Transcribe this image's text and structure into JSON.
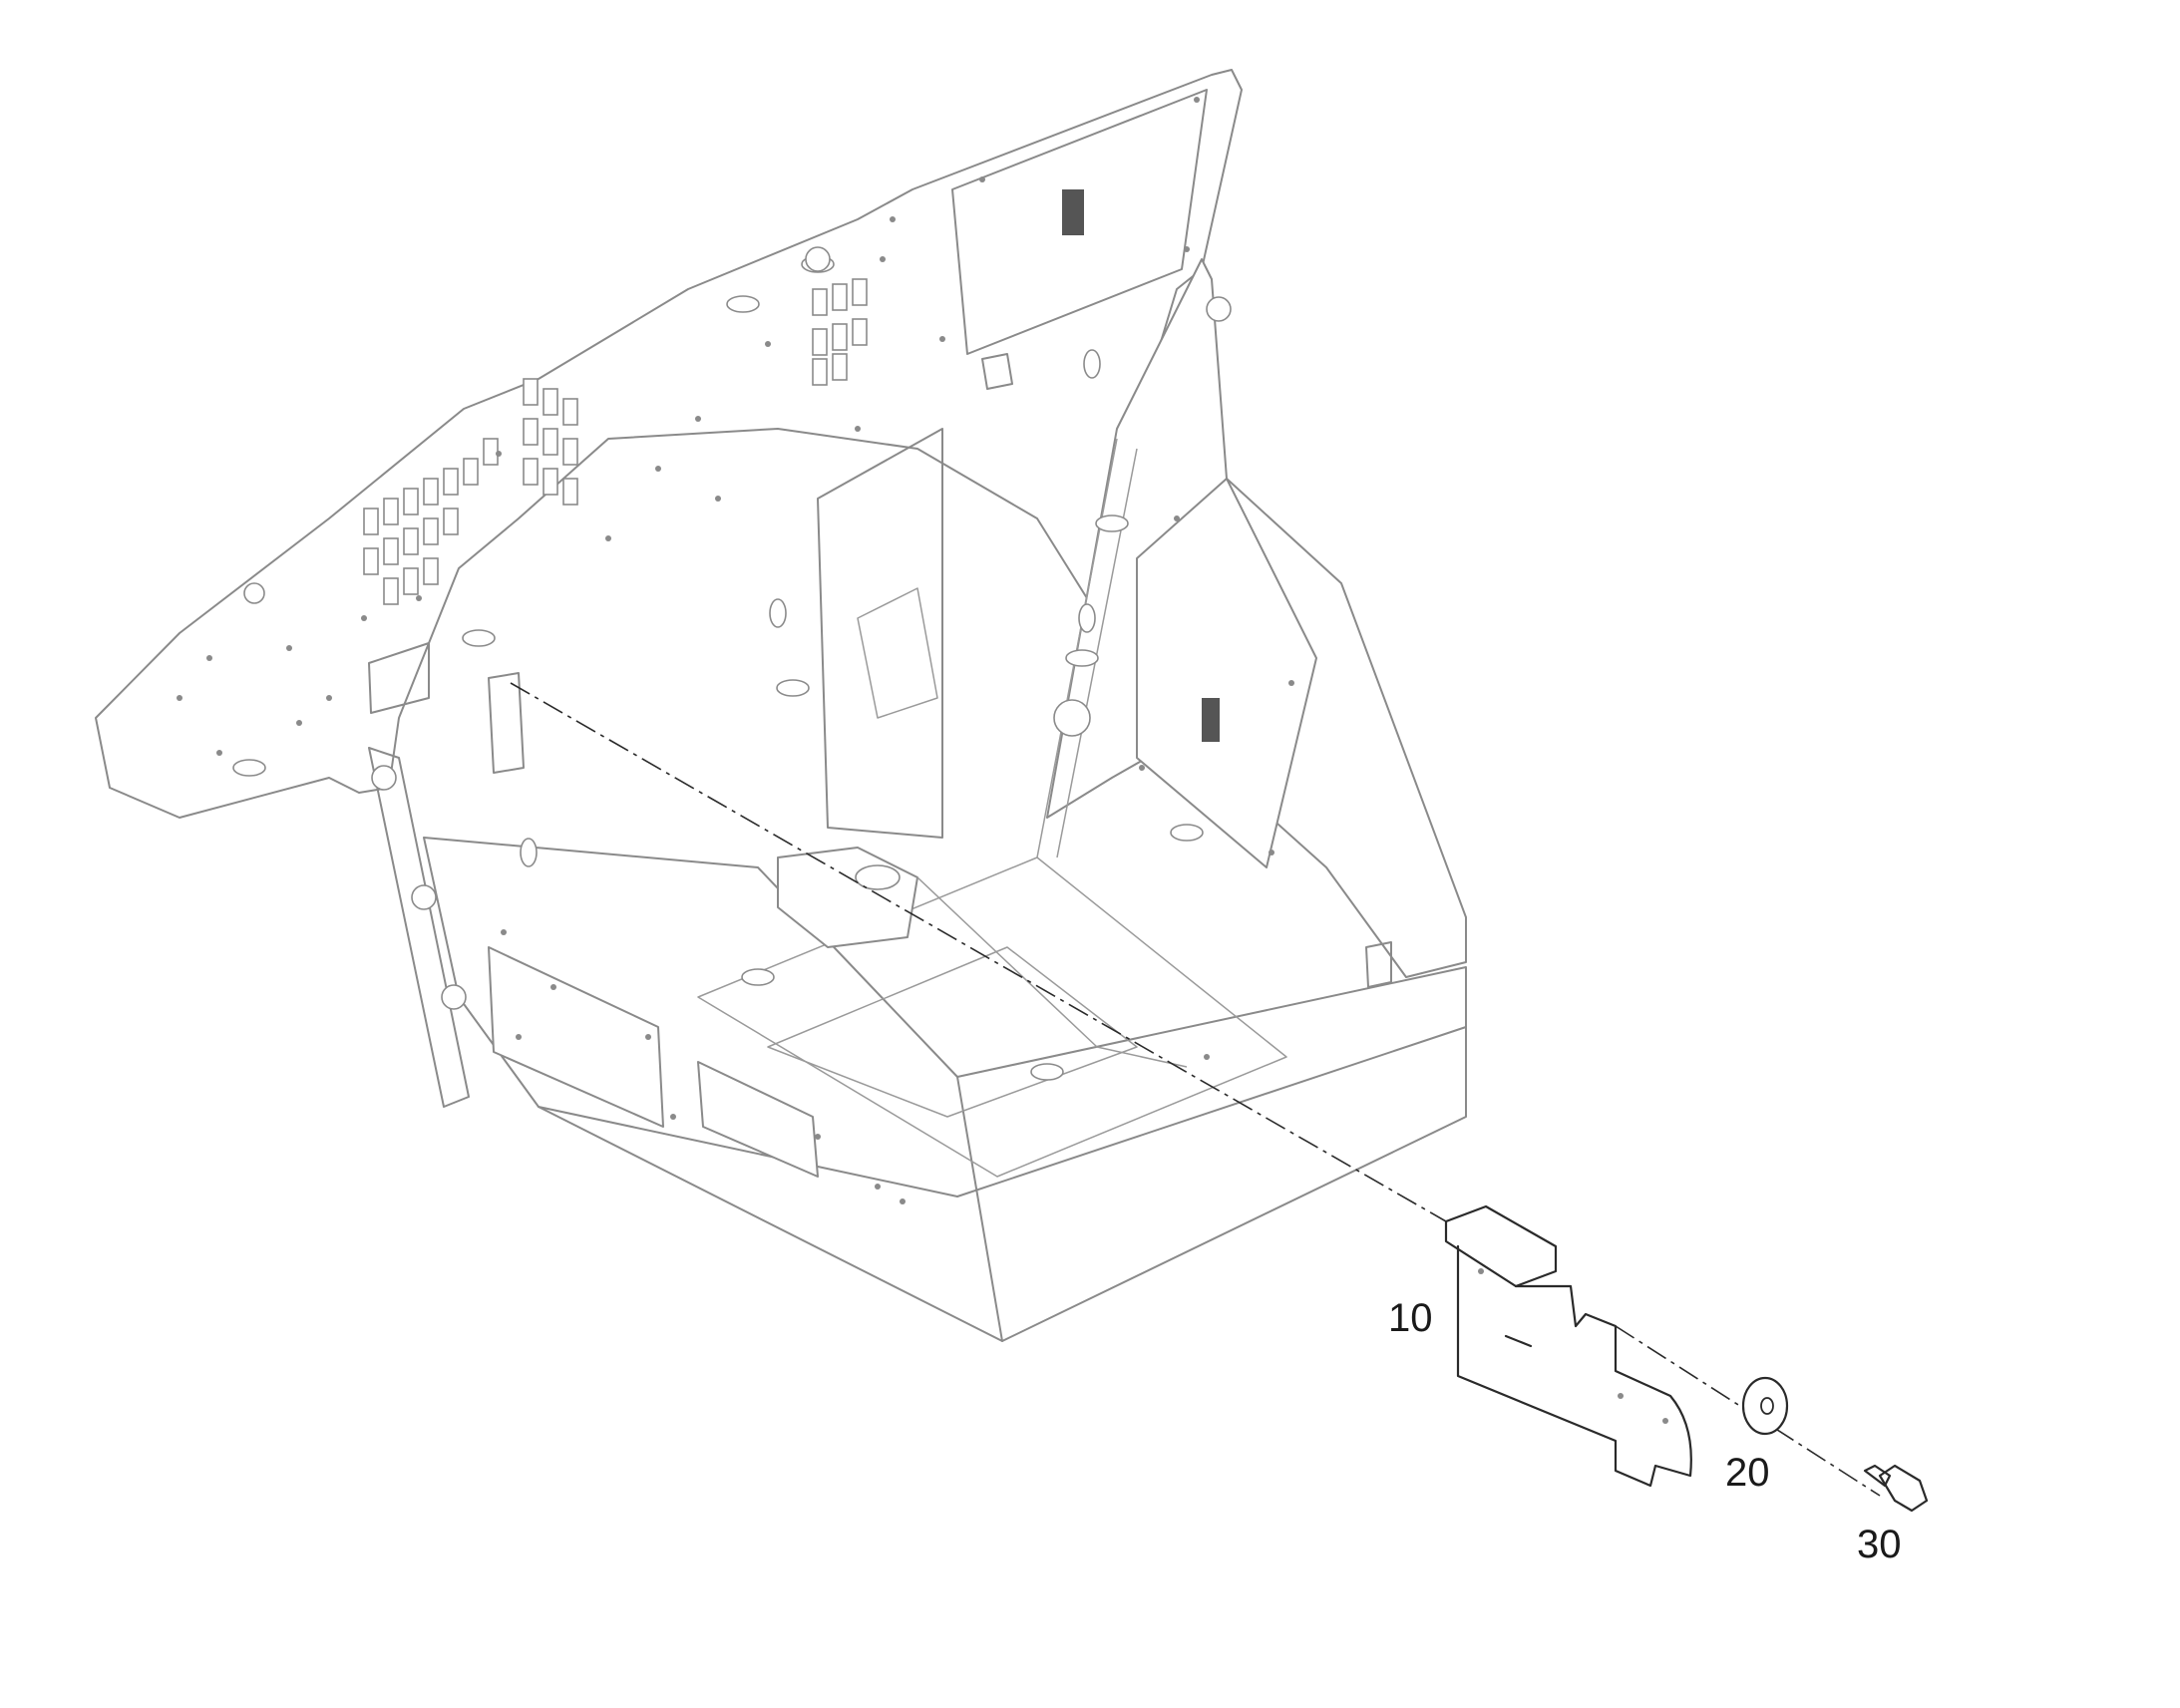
{
  "diagram": {
    "type": "exploded parts view",
    "callouts": [
      {
        "id": "callout-10",
        "label": "10"
      },
      {
        "id": "callout-20",
        "label": "20"
      },
      {
        "id": "callout-30",
        "label": "30"
      }
    ],
    "colors": {
      "line": "#8a8a8a",
      "part_line": "#2a2a2a",
      "background": "#ffffff"
    }
  }
}
